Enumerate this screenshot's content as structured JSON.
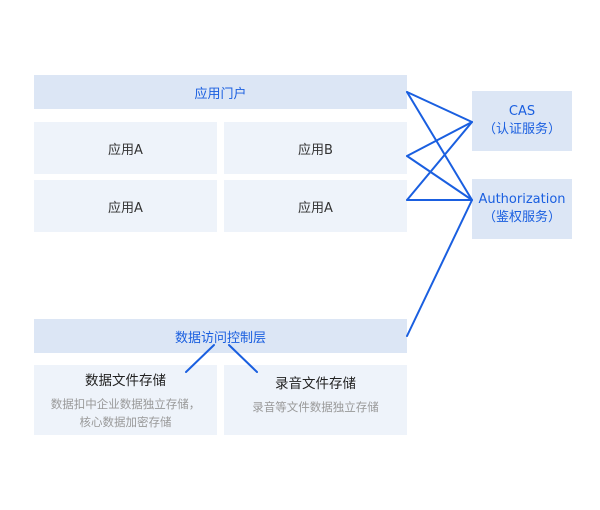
{
  "portal": {
    "label": "应用门户"
  },
  "apps": [
    {
      "label": "应用A"
    },
    {
      "label": "应用B"
    },
    {
      "label": "应用A"
    },
    {
      "label": "应用A"
    }
  ],
  "services": [
    {
      "name": "CAS",
      "desc": "（认证服务）"
    },
    {
      "name": "Authorization",
      "desc": "（鉴权服务）"
    }
  ],
  "data_layer": {
    "label": "数据访问控制层"
  },
  "storage": [
    {
      "title": "数据文件存储",
      "desc_lines": [
        "数据扣中企业数据独立存储，",
        "核心数据加密存储"
      ]
    },
    {
      "title": "录音文件存储",
      "desc_lines": [
        "录音等文件数据独立存储"
      ]
    }
  ],
  "colors": {
    "accent": "#1a5fe0",
    "header_bg": "#dce6f5",
    "cell_bg": "#eef3fa"
  }
}
